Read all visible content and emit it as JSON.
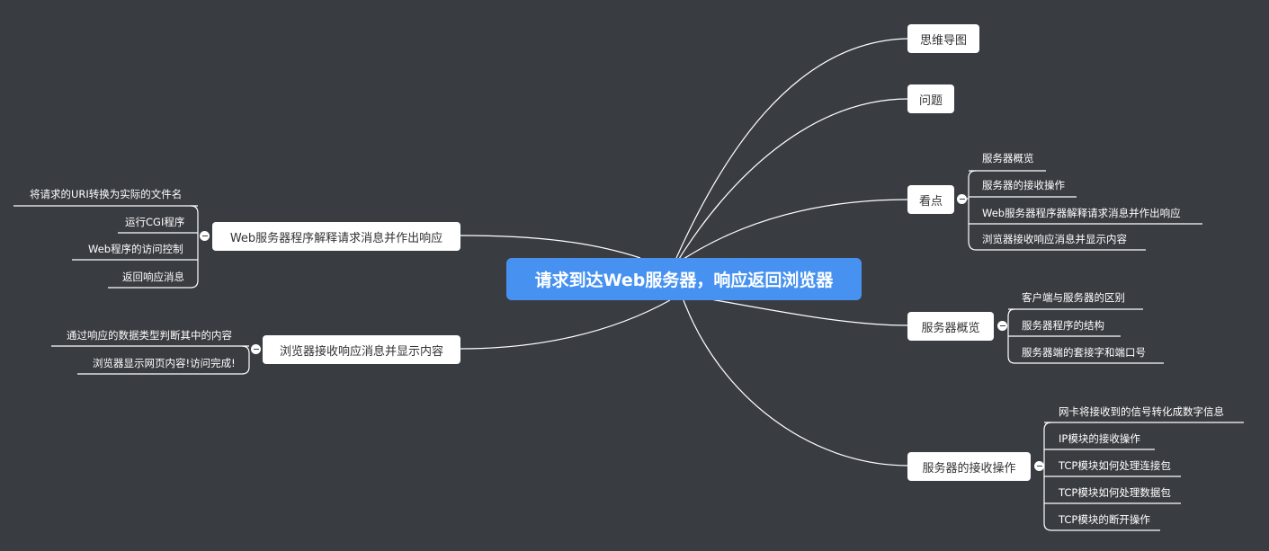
{
  "central": "请求到达Web服务器，响应返回浏览器",
  "right": {
    "mindmap": {
      "label": "思维导图"
    },
    "question": {
      "label": "问题"
    },
    "highlights": {
      "label": "看点",
      "children": [
        "服务器概览",
        "服务器的接收操作",
        "Web服务器程序器解释请求消息并作出响应",
        "浏览器接收响应消息并显示内容"
      ]
    },
    "overview": {
      "label": "服务器概览",
      "children": [
        "客户端与服务器的区别",
        "服务器程序的结构",
        "服务器端的套接字和端口号"
      ]
    },
    "receive": {
      "label": "服务器的接收操作",
      "children": [
        "网卡将接收到的信号转化成数字信息",
        "IP模块的接收操作",
        "TCP模块如何处理连接包",
        "TCP模块如何处理数据包",
        "TCP模块的断开操作"
      ]
    }
  },
  "left": {
    "web": {
      "label": "Web服务器程序解释请求消息并作出响应",
      "children": [
        "将请求的URI转换为实际的文件名",
        "运行CGI程序",
        "Web程序的访问控制",
        "返回响应消息"
      ]
    },
    "browser": {
      "label": "浏览器接收响应消息并显示内容",
      "children": [
        "通过响应的数据类型判断其中的内容",
        "浏览器显示网页内容!访问完成!"
      ]
    }
  }
}
